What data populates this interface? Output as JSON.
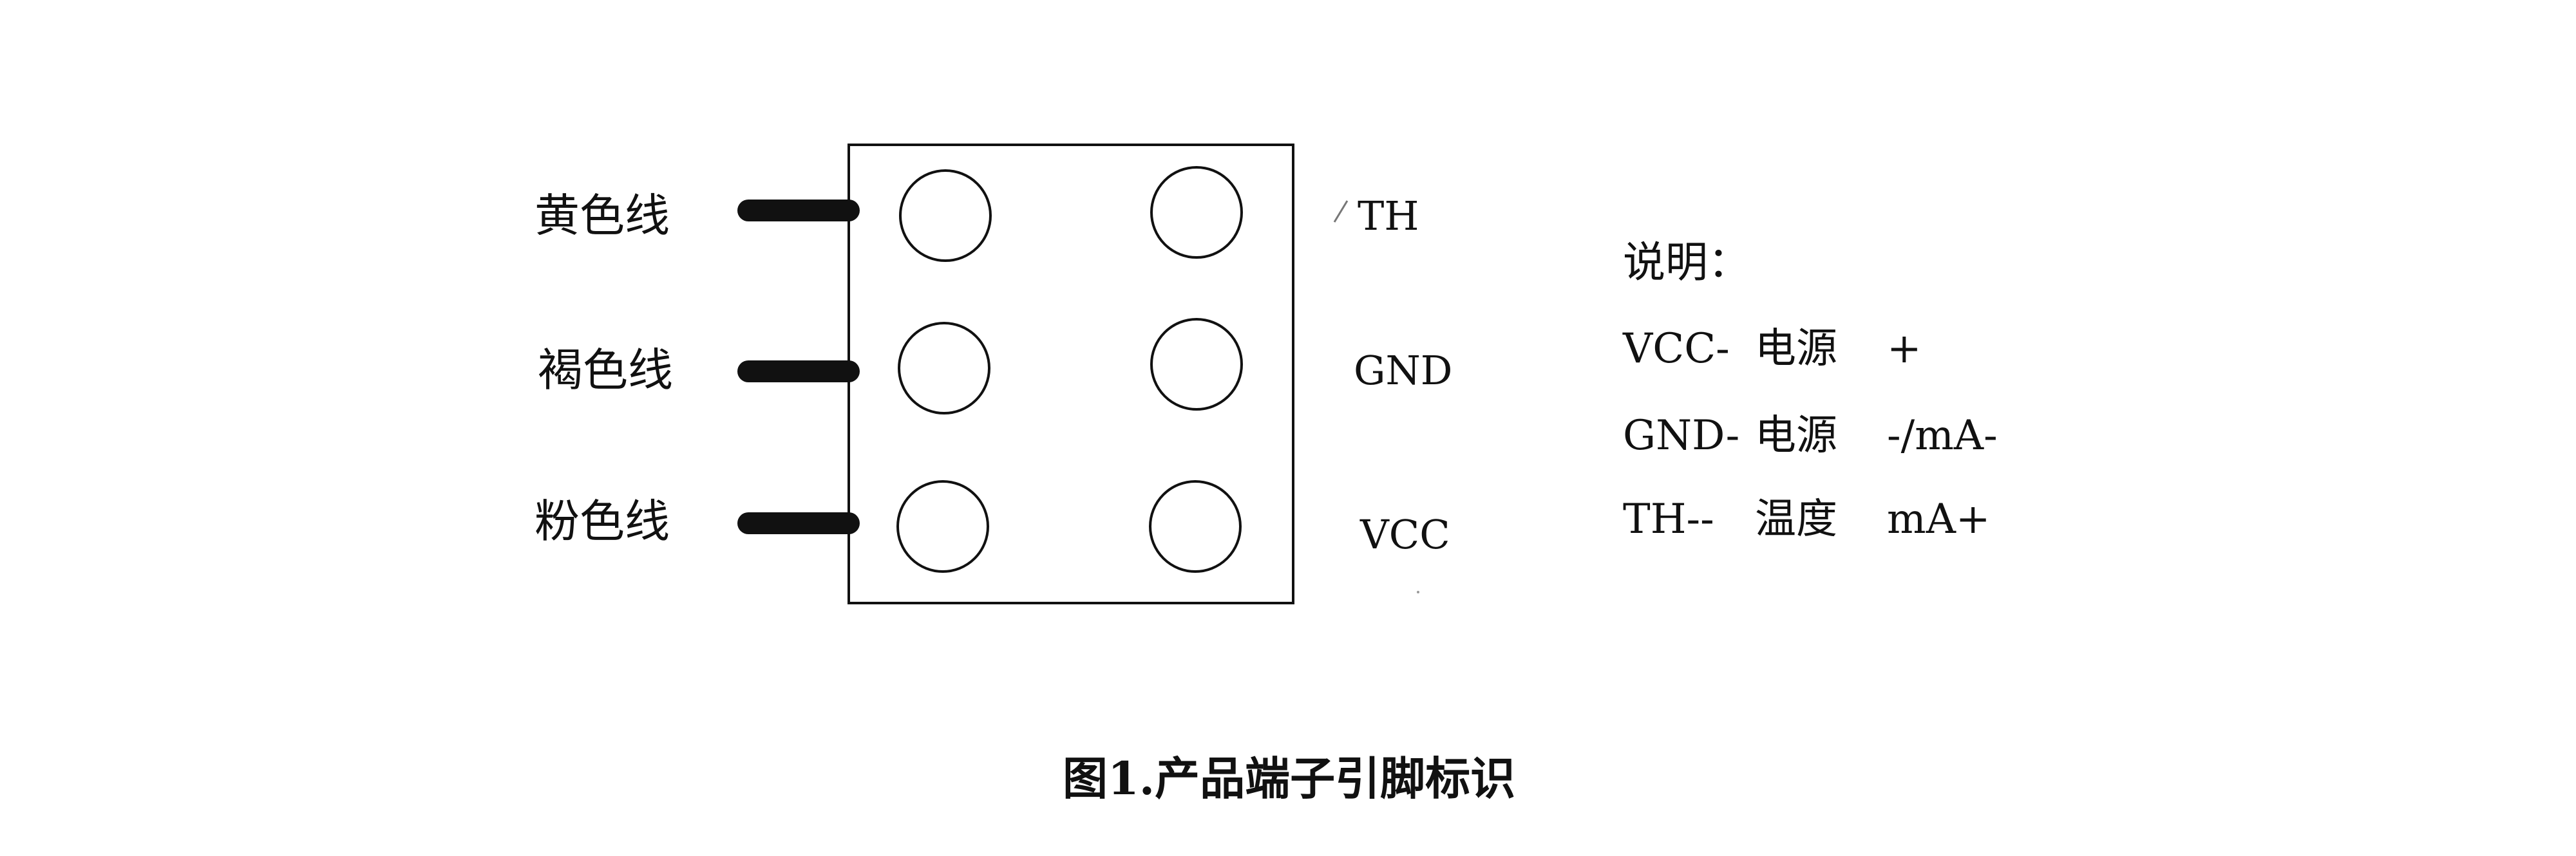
{
  "wires": [
    {
      "label": "黄色线"
    },
    {
      "label": "褐色线"
    },
    {
      "label": "粉色线"
    }
  ],
  "pins": [
    {
      "label": "TH"
    },
    {
      "label": "GND"
    },
    {
      "label": "VCC"
    }
  ],
  "notes": {
    "title": "说明：",
    "rows": [
      {
        "code": "VCC-",
        "name": "电源",
        "sign": "+"
      },
      {
        "code": "GND-",
        "name": "电源",
        "sign": "-/mA-"
      },
      {
        "code": "TH--",
        "name": "温度",
        "sign": "mA+"
      }
    ]
  },
  "caption": "图1.产品端子引脚标识"
}
